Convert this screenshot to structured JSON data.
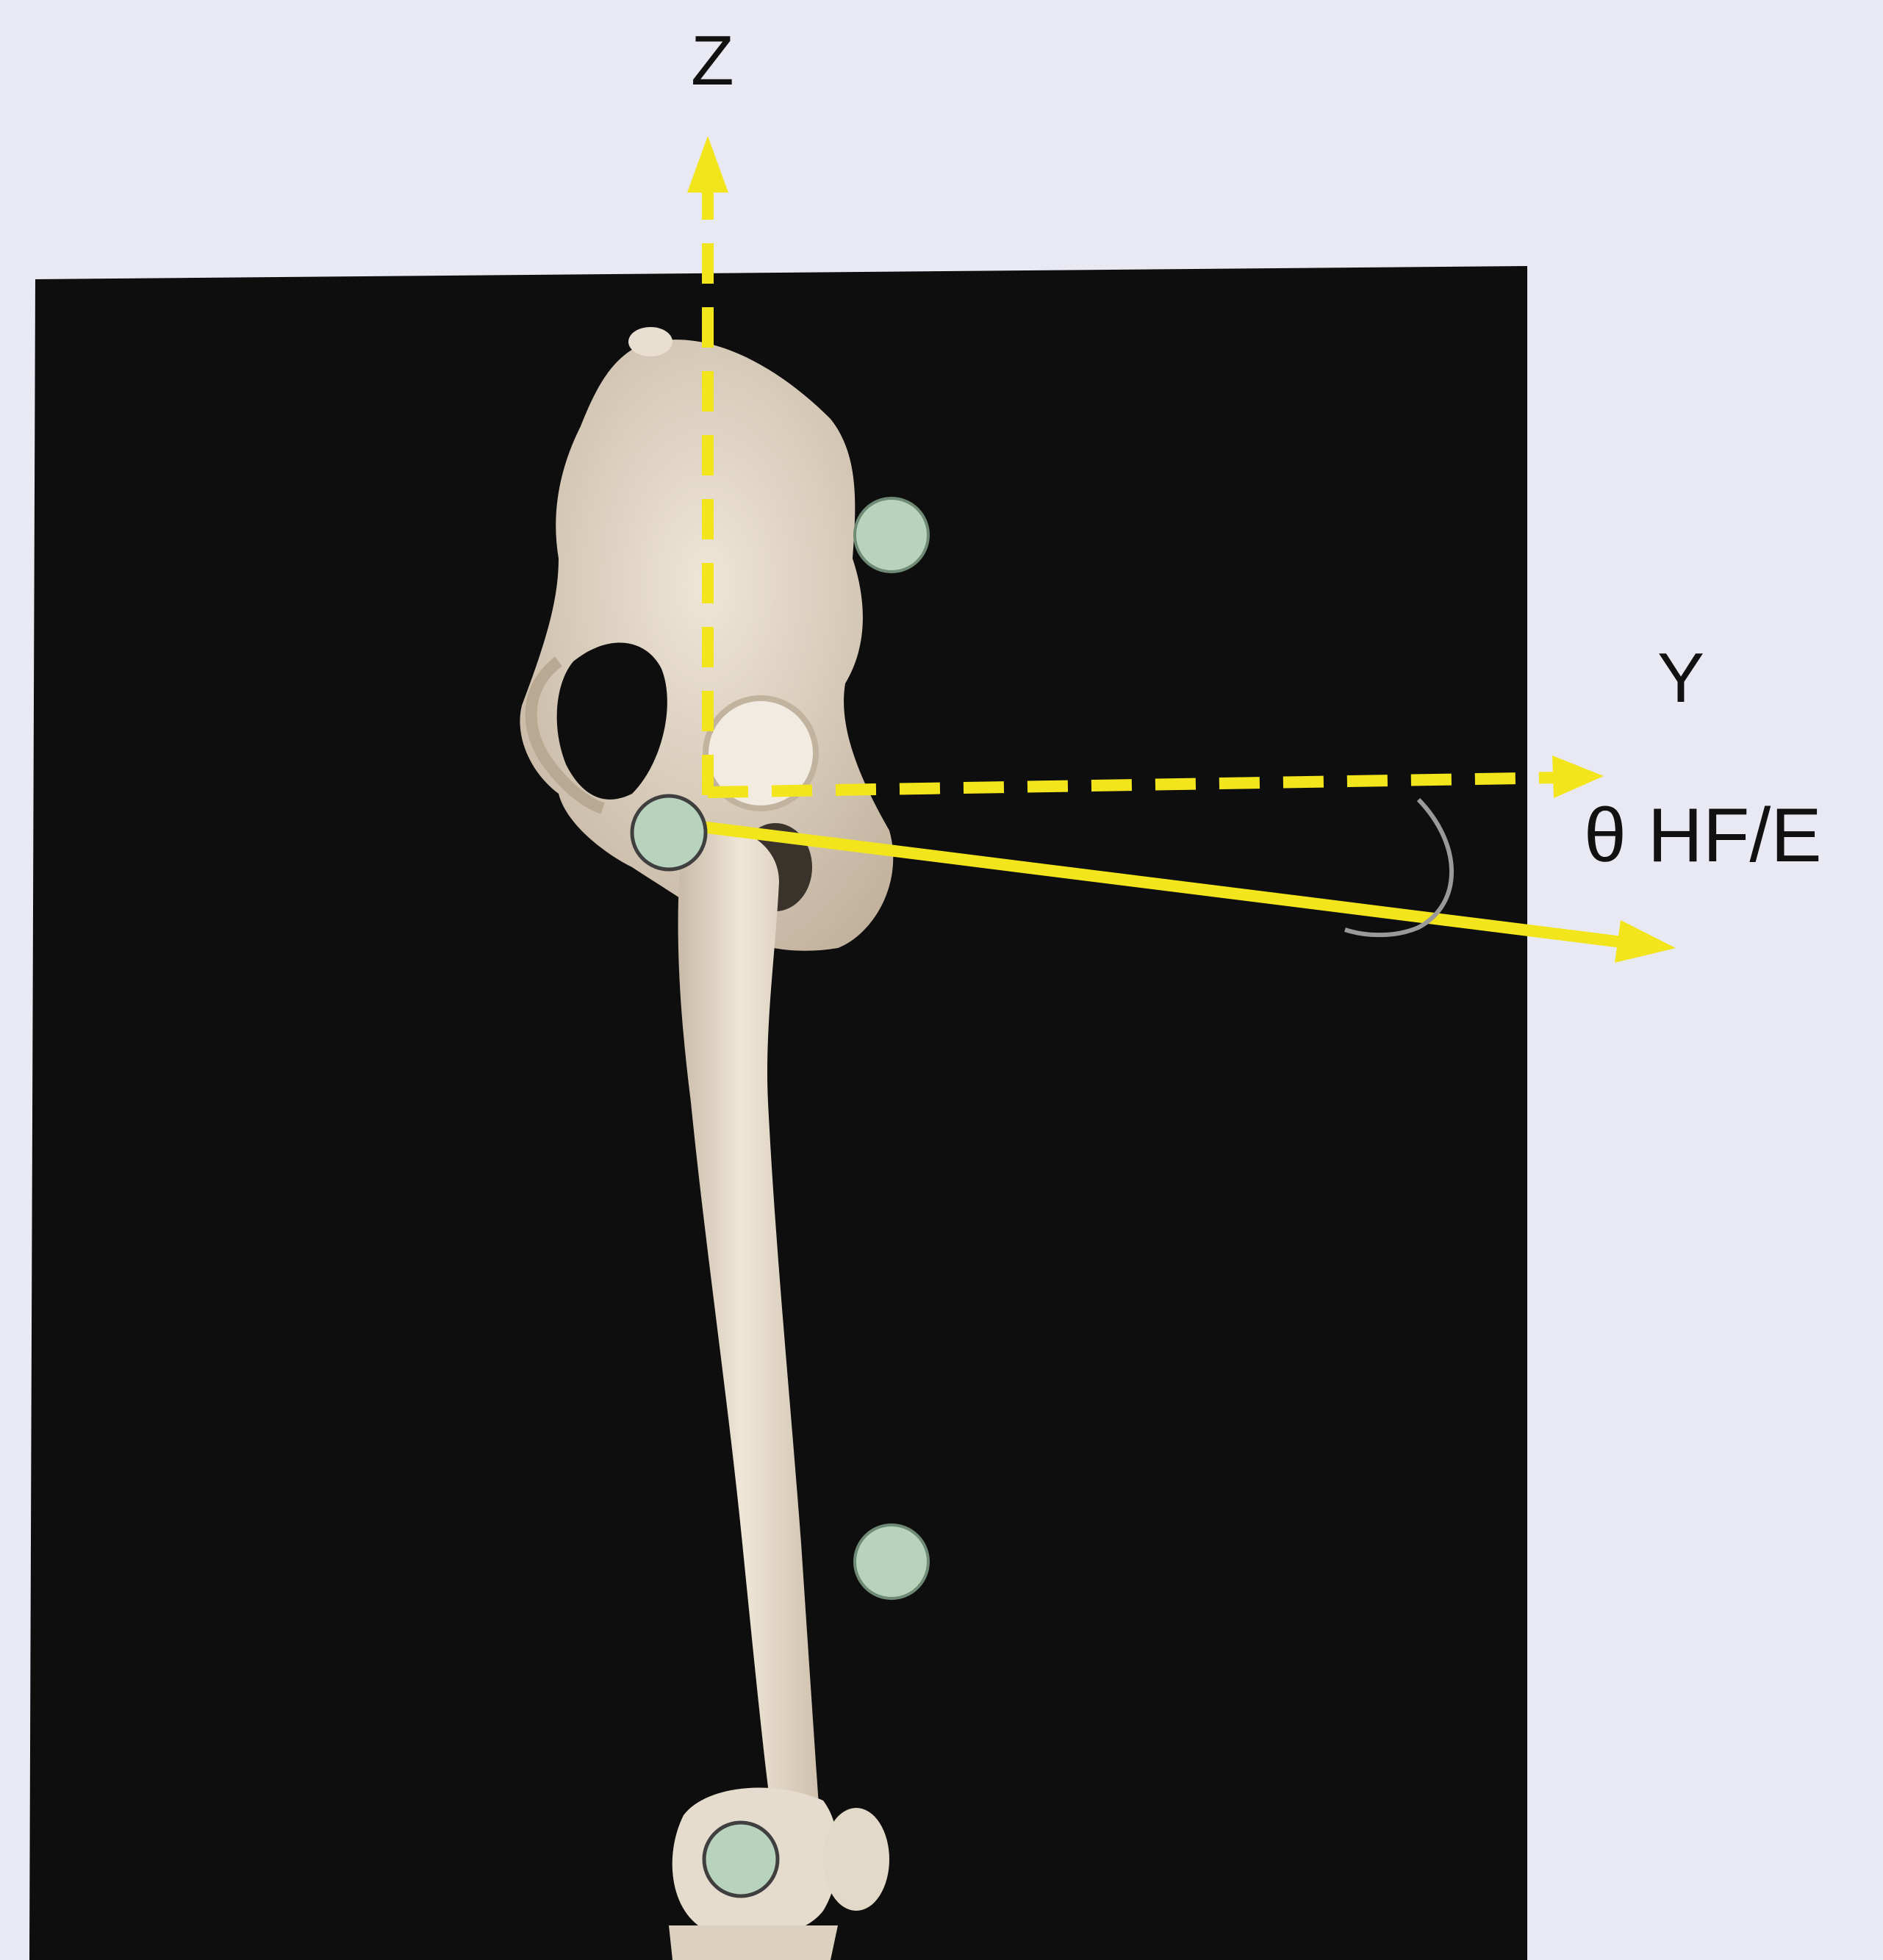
{
  "figure": {
    "background_color": "#e9e9f3",
    "panel_color": "#0e0e0e",
    "axis_color": "#f2e51c",
    "marker_fill": "#b7d3bd",
    "bone_color": "#e7ddcd"
  },
  "axes": {
    "z_label": "Z",
    "y_label": "Y",
    "angle_label": "θ HF/E"
  },
  "markers": [
    {
      "name": "pelvis-marker"
    },
    {
      "name": "hip-joint-marker"
    },
    {
      "name": "thigh-marker"
    },
    {
      "name": "knee-marker"
    }
  ]
}
